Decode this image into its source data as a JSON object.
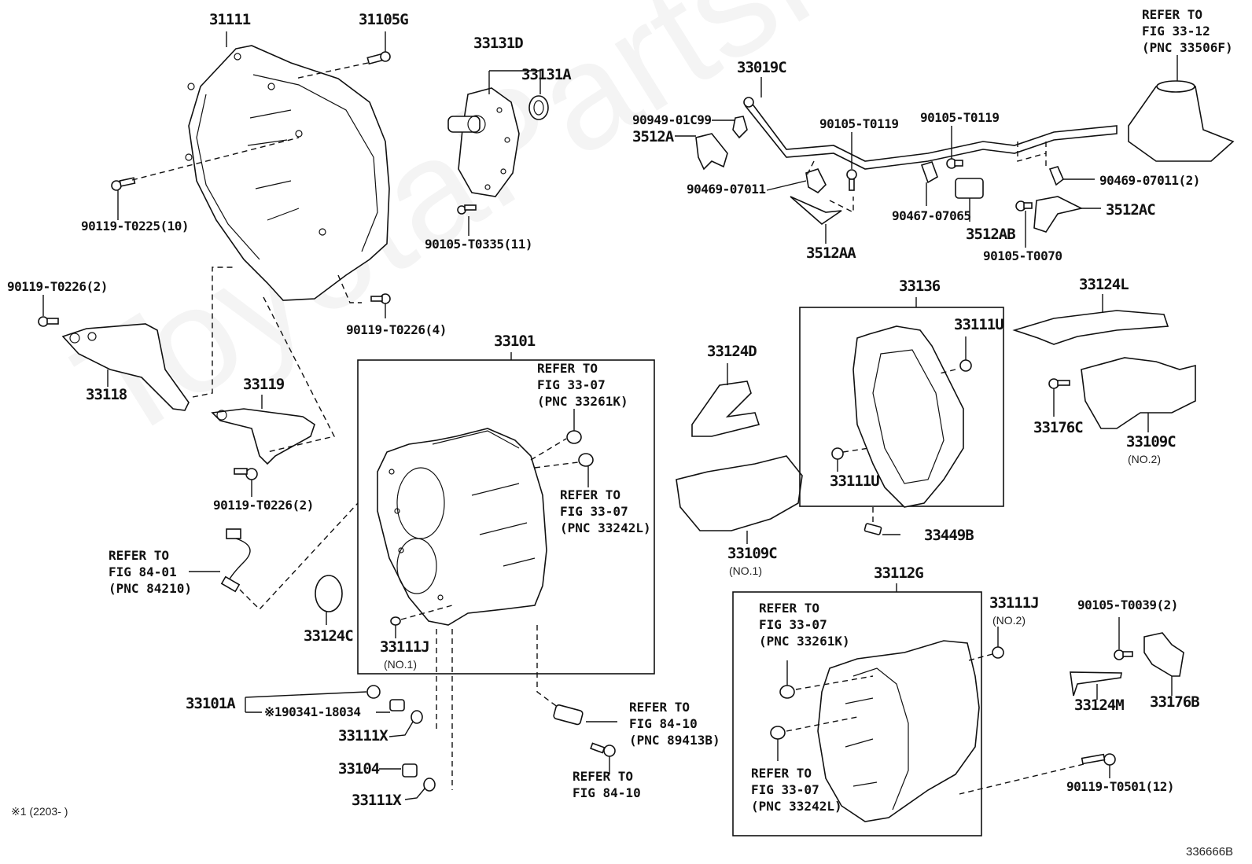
{
  "diagram": {
    "figure_id": "336666B",
    "watermark": "ToyotaPartsMind.ru",
    "footnote": "※1 (2203-     )",
    "groups": [
      {
        "id": "33101",
        "label": "33101"
      },
      {
        "id": "33136",
        "label": "33136"
      },
      {
        "id": "33112G",
        "label": "33112G"
      }
    ],
    "parts": {
      "p31111": "31111",
      "p31105G": "31105G",
      "p90119_T0225": "90119-T0225(10)",
      "p33131D": "33131D",
      "p33131A": "33131A",
      "p90105_T0335": "90105-T0335(11)",
      "p33019C": "33019C",
      "p90949_01C99": "90949-01C99",
      "p3512A": "3512A",
      "p90105_T0119_a": "90105-T0119",
      "p90105_T0119_b": "90105-T0119",
      "p90469_07011": "90469-07011",
      "p90469_07011_2": "90469-07011(2)",
      "p90467_07065": "90467-07065",
      "p3512AA": "3512AA",
      "p3512AB": "3512AB",
      "p3512AC": "3512AC",
      "p90105_T0070": "90105-T0070",
      "p90119_T0226_2a": "90119-T0226(2)",
      "p90119_T0226_4": "90119-T0226(4)",
      "p33118": "33118",
      "p33119": "33119",
      "p90119_T0226_2b": "90119-T0226(2)",
      "p33101": "33101",
      "p33124C": "33124C",
      "p33111J_1": "33111J",
      "p33111J_1_sub": "(NO.1)",
      "p33124D": "33124D",
      "p33109C_1": "33109C",
      "p33109C_1_sub": "(NO.1)",
      "p33136": "33136",
      "p33111U_a": "33111U",
      "p33111U_b": "33111U",
      "p33449B": "33449B",
      "p33124L": "33124L",
      "p33176C": "33176C",
      "p33109C_2": "33109C",
      "p33109C_2_sub": "(NO.2)",
      "p33112G": "33112G",
      "p33111J_2": "33111J",
      "p33111J_2_sub": "(NO.2)",
      "p90105_T0039": "90105-T0039(2)",
      "p33124M": "33124M",
      "p33176B": "33176B",
      "p90119_T0501": "90119-T0501(12)",
      "p33101A": "33101A",
      "p90341_18034": "※190341-18034",
      "p33111X_a": "33111X",
      "p33104": "33104",
      "p33111X_b": "33111X"
    },
    "refs": {
      "r_fig33_12": "REFER TO\nFIG 33-12\n(PNC 33506F)",
      "r_fig33_07_k_top": "REFER TO\nFIG 33-07\n(PNC 33261K)",
      "r_fig33_07_l_top": "REFER TO\nFIG 33-07\n(PNC 33242L)",
      "r_fig84_01": "REFER TO\nFIG 84-01\n(PNC 84210)",
      "r_fig84_10_pnc": "REFER TO\nFIG 84-10\n(PNC 89413B)",
      "r_fig84_10": "REFER TO\nFIG 84-10",
      "r_fig33_07_k_bot": "REFER TO\nFIG 33-07\n(PNC 33261K)",
      "r_fig33_07_l_bot": "REFER TO\nFIG 33-07\n(PNC 33242L)"
    }
  }
}
